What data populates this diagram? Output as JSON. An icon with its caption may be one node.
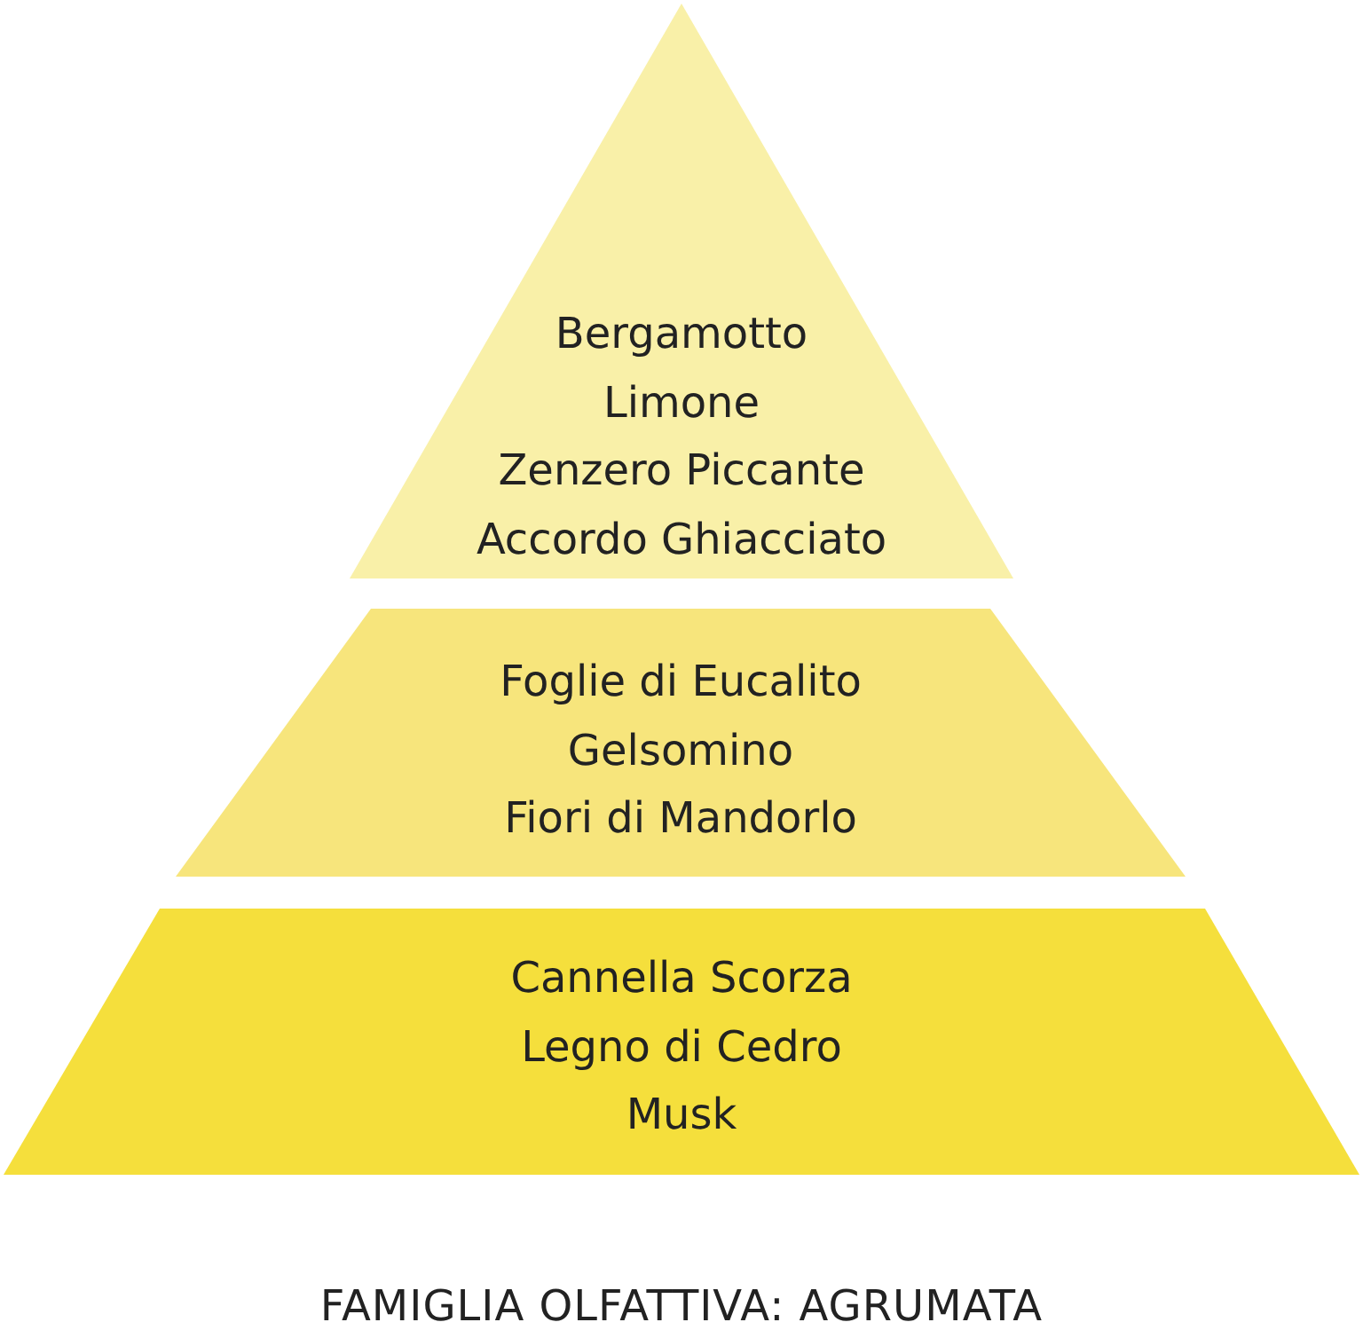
{
  "diagram": {
    "caption": "FAMIGLIA OLFATTIVA: AGRUMATA",
    "nodes": [
      {
        "text": [
          "Bergamotto",
          "Limone",
          "Zenzero Piccante",
          "Accordo Ghiacciato"
        ]
      },
      {
        "text": [
          "Foglie di Eucalito",
          "Gelsomino",
          "Fiori di Mandorlo"
        ]
      },
      {
        "text": [
          "Cannella Scorza",
          "Legno di Cedro",
          "Musk"
        ]
      }
    ]
  }
}
